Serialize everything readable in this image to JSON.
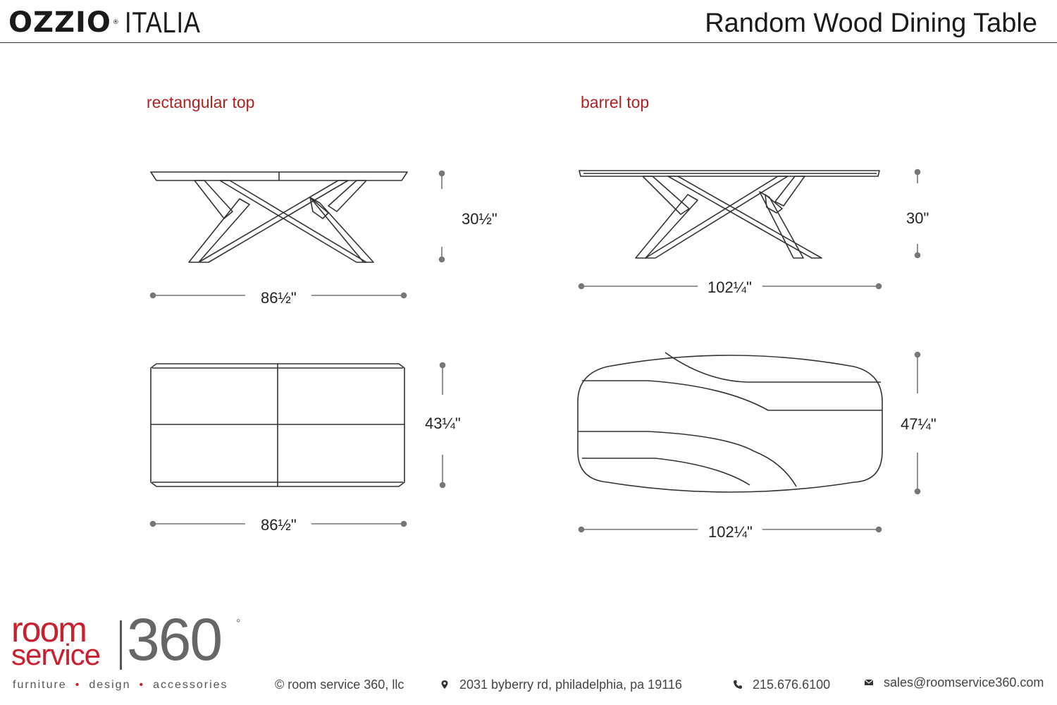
{
  "header": {
    "brand_bold": "OZZIO",
    "brand_reg": "®",
    "brand_light": "ITALIA",
    "title": "Random Wood Dining Table"
  },
  "sections": {
    "rectangular": {
      "label": "rectangular top",
      "side_height": "30½\"",
      "side_width": "86½\"",
      "top_depth": "43¼\"",
      "top_width": "86½\""
    },
    "barrel": {
      "label": "barrel top",
      "side_height": "30\"",
      "side_width": "102¼\"",
      "top_depth": "47¼\"",
      "top_width": "102¼\""
    }
  },
  "footer": {
    "logo_room": "room",
    "logo_service": "service",
    "logo_360": "360",
    "logo_degree": "°",
    "tagline": [
      "furniture",
      "design",
      "accessories"
    ],
    "copyright": "© room service 360, llc",
    "address": "2031 byberry rd, philadelphia, pa 19116",
    "phone": "215.676.6100",
    "email": "sales@roomservice360.com"
  },
  "colors": {
    "accent_red": "#b22222",
    "logo_red": "#c8202f",
    "line": "#333333",
    "dim_line": "#777777"
  }
}
